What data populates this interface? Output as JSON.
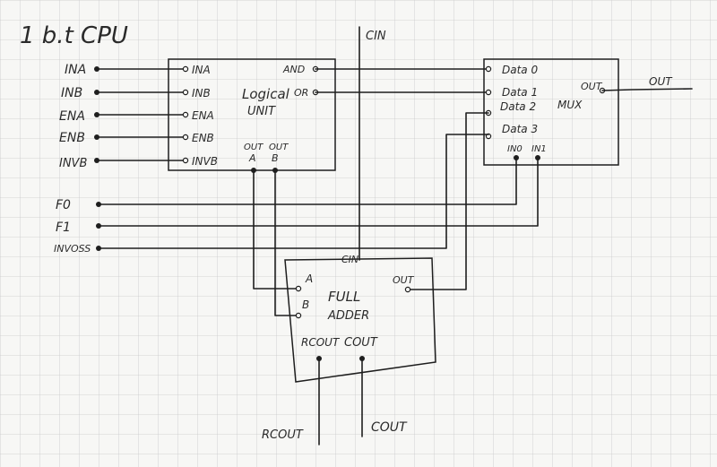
{
  "title": "1 b.t CPU",
  "inputs": {
    "ina": "INA",
    "inb": "INB",
    "ena": "ENA",
    "enb": "ENB",
    "invb": "INVB",
    "f0": "F0",
    "f1": "F1",
    "invoss": "INVOSS",
    "cin_top": "CIN"
  },
  "logical_unit": {
    "name_line1": "Logical",
    "name_line2": "UNIT",
    "pin_ina": "INA",
    "pin_inb": "INB",
    "pin_ena": "ENA",
    "pin_enb": "ENB",
    "pin_invb": "INVB",
    "out_and": "AND",
    "out_or": "OR",
    "out_a_top": "OUT",
    "out_a": "A",
    "out_b_top": "OUT",
    "out_b": "B"
  },
  "mux": {
    "name": "MUX",
    "data0": "Data 0",
    "data1": "Data 1",
    "data2": "Data 2",
    "data3": "Data 3",
    "out": "OUT",
    "in0": "IN0",
    "in1": "IN1"
  },
  "adder": {
    "name_line1": "FULL",
    "name_line2": "ADDER",
    "cin": "CIN",
    "a": "A",
    "b": "B",
    "out": "OUT",
    "rcout": "RCOUT",
    "cout": "COUT"
  },
  "outputs": {
    "out": "OUT",
    "rcout": "RCOUT",
    "cout": "COUT"
  }
}
